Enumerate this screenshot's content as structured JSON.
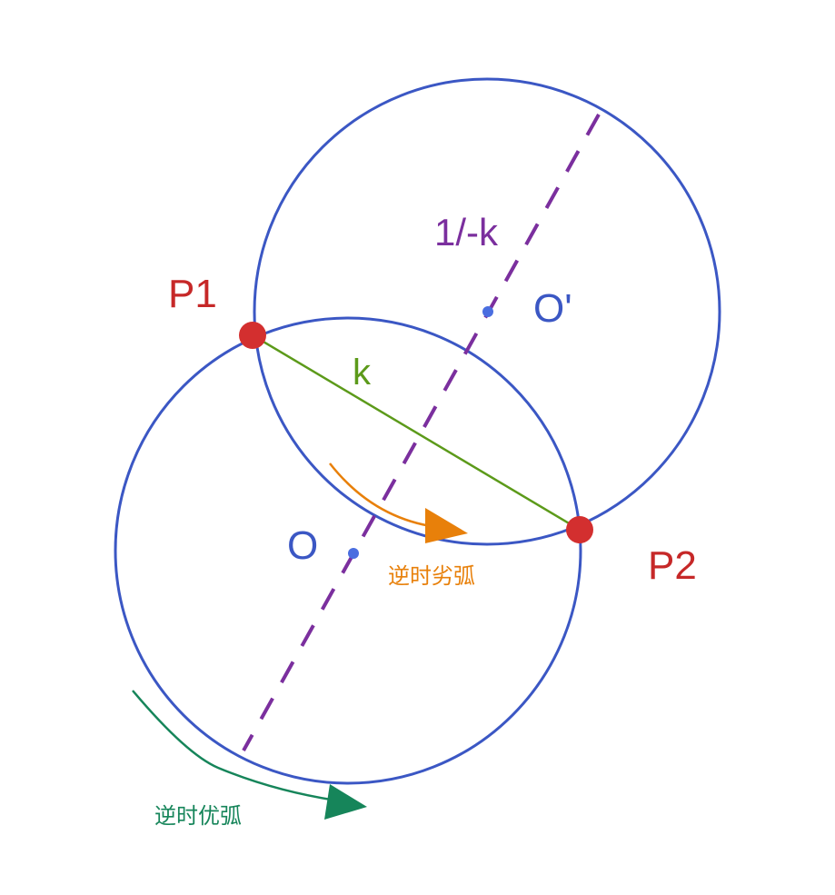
{
  "labels": {
    "p1": "P1",
    "p2": "P2",
    "o": "O",
    "o_prime": "O'",
    "chord_slope": "k",
    "perp_slope": "1/-k",
    "minor_arc": "逆时劣弧",
    "major_arc": "逆时优弧"
  },
  "colors": {
    "circle": "#3b57c4",
    "center_dot": "#4a6ee0",
    "point": "#d32f2f",
    "point_label": "#c62828",
    "chord": "#5c9a1a",
    "bisector": "#7b2f9e",
    "minor_arc_arrow": "#e8800a",
    "major_arc_arrow": "#16855a",
    "center_label": "#3b57c4"
  }
}
